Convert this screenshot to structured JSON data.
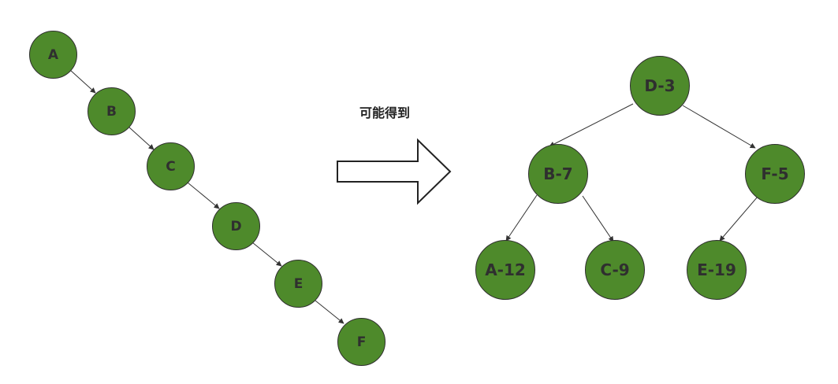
{
  "caption": "可能得到",
  "left_chain": {
    "nodes": [
      "A",
      "B",
      "C",
      "D",
      "E",
      "F"
    ]
  },
  "right_tree": {
    "nodes": {
      "root": "D-3",
      "left": "B-7",
      "right": "F-5",
      "left_left": "A-12",
      "left_right": "C-9",
      "right_left": "E-19"
    }
  },
  "colors": {
    "node_fill": "#4e8a2b",
    "node_stroke": "#2f2f2f",
    "edge": "#333333"
  }
}
